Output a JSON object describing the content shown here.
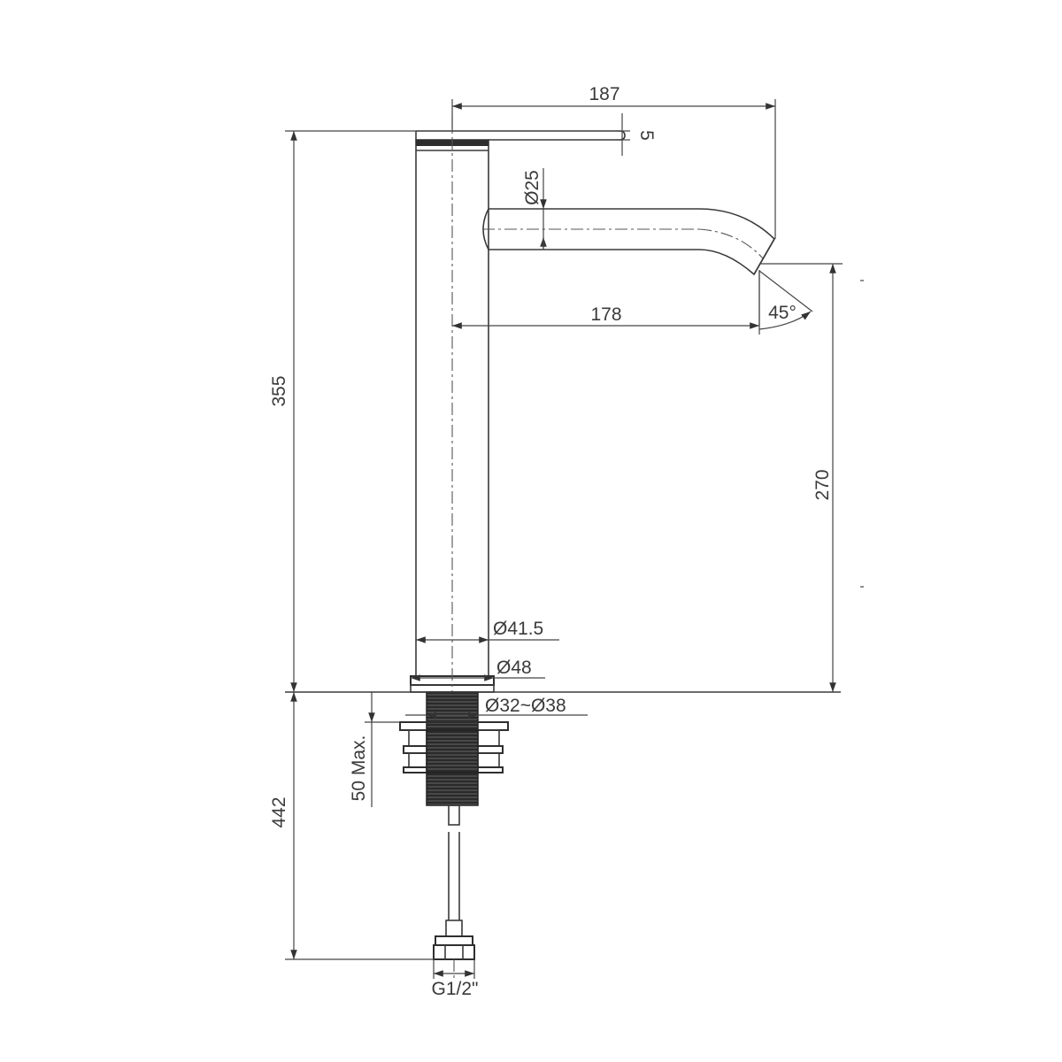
{
  "dimensions": {
    "overall_reach": "187",
    "handle_offset": "5",
    "spout_diameter": "Ø25",
    "spout_reach": "178",
    "spout_angle": "45°",
    "overall_height": "355",
    "spout_height": "270",
    "body_diameter": "Ø41.5",
    "base_diameter": "Ø48",
    "hole_diameter": "Ø32~Ø38",
    "max_deck_thickness": "50 Max.",
    "hose_length": "442",
    "connection": "G1/2\""
  }
}
